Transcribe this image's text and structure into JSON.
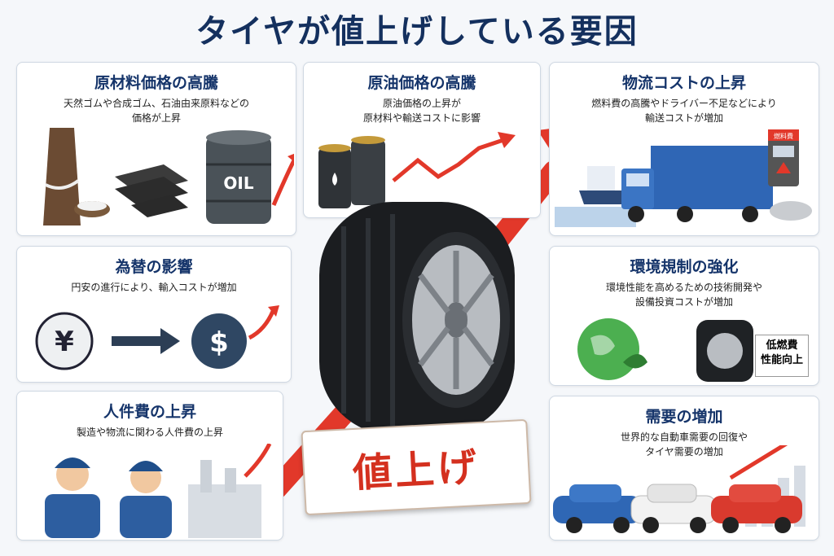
{
  "title": "タイヤが値上げしている要因",
  "cards": {
    "raw_materials": {
      "title": "原材料価格の高騰",
      "desc": "天然ゴムや合成ゴム、石油由来原料などの\n価格が上昇",
      "oil_label": "OIL"
    },
    "crude_oil": {
      "title": "原油価格の高騰",
      "desc": "原油価格の上昇が\n原材料や輸送コストに影響"
    },
    "logistics": {
      "title": "物流コストの上昇",
      "desc": "燃料費の高騰やドライバー不足などにより\n輸送コストが増加",
      "pump_label": "燃料費"
    },
    "exchange": {
      "title": "為替の影響",
      "desc": "円安の進行により、輸入コストが増加",
      "yen": "¥",
      "dollar": "$"
    },
    "environment": {
      "title": "環境規制の強化",
      "desc": "環境性能を高めるための技術開発や\n設備投資コストが増加",
      "tag": "低燃費\n性能向上"
    },
    "labor": {
      "title": "人件費の上昇",
      "desc": "製造や物流に関わる人件費の上昇"
    },
    "demand": {
      "title": "需要の増加",
      "desc": "世界的な自動車需要の回復や\nタイヤ需要の増加"
    }
  },
  "badge": "値上げ",
  "colors": {
    "title": "#14305e",
    "accent": "#e2382a",
    "card_title": "#15346a"
  }
}
